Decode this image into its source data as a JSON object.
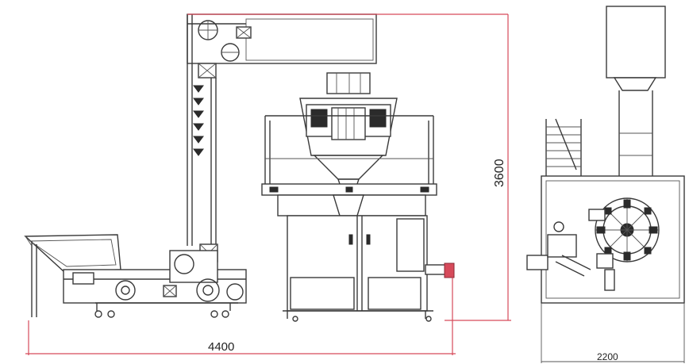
{
  "dimensions": {
    "width_label": "4400",
    "height_label": "3600",
    "side_width_label": "2200"
  },
  "colors": {
    "dimension_line": "#d64a5a",
    "drawing_line": "#3a3a3a"
  }
}
